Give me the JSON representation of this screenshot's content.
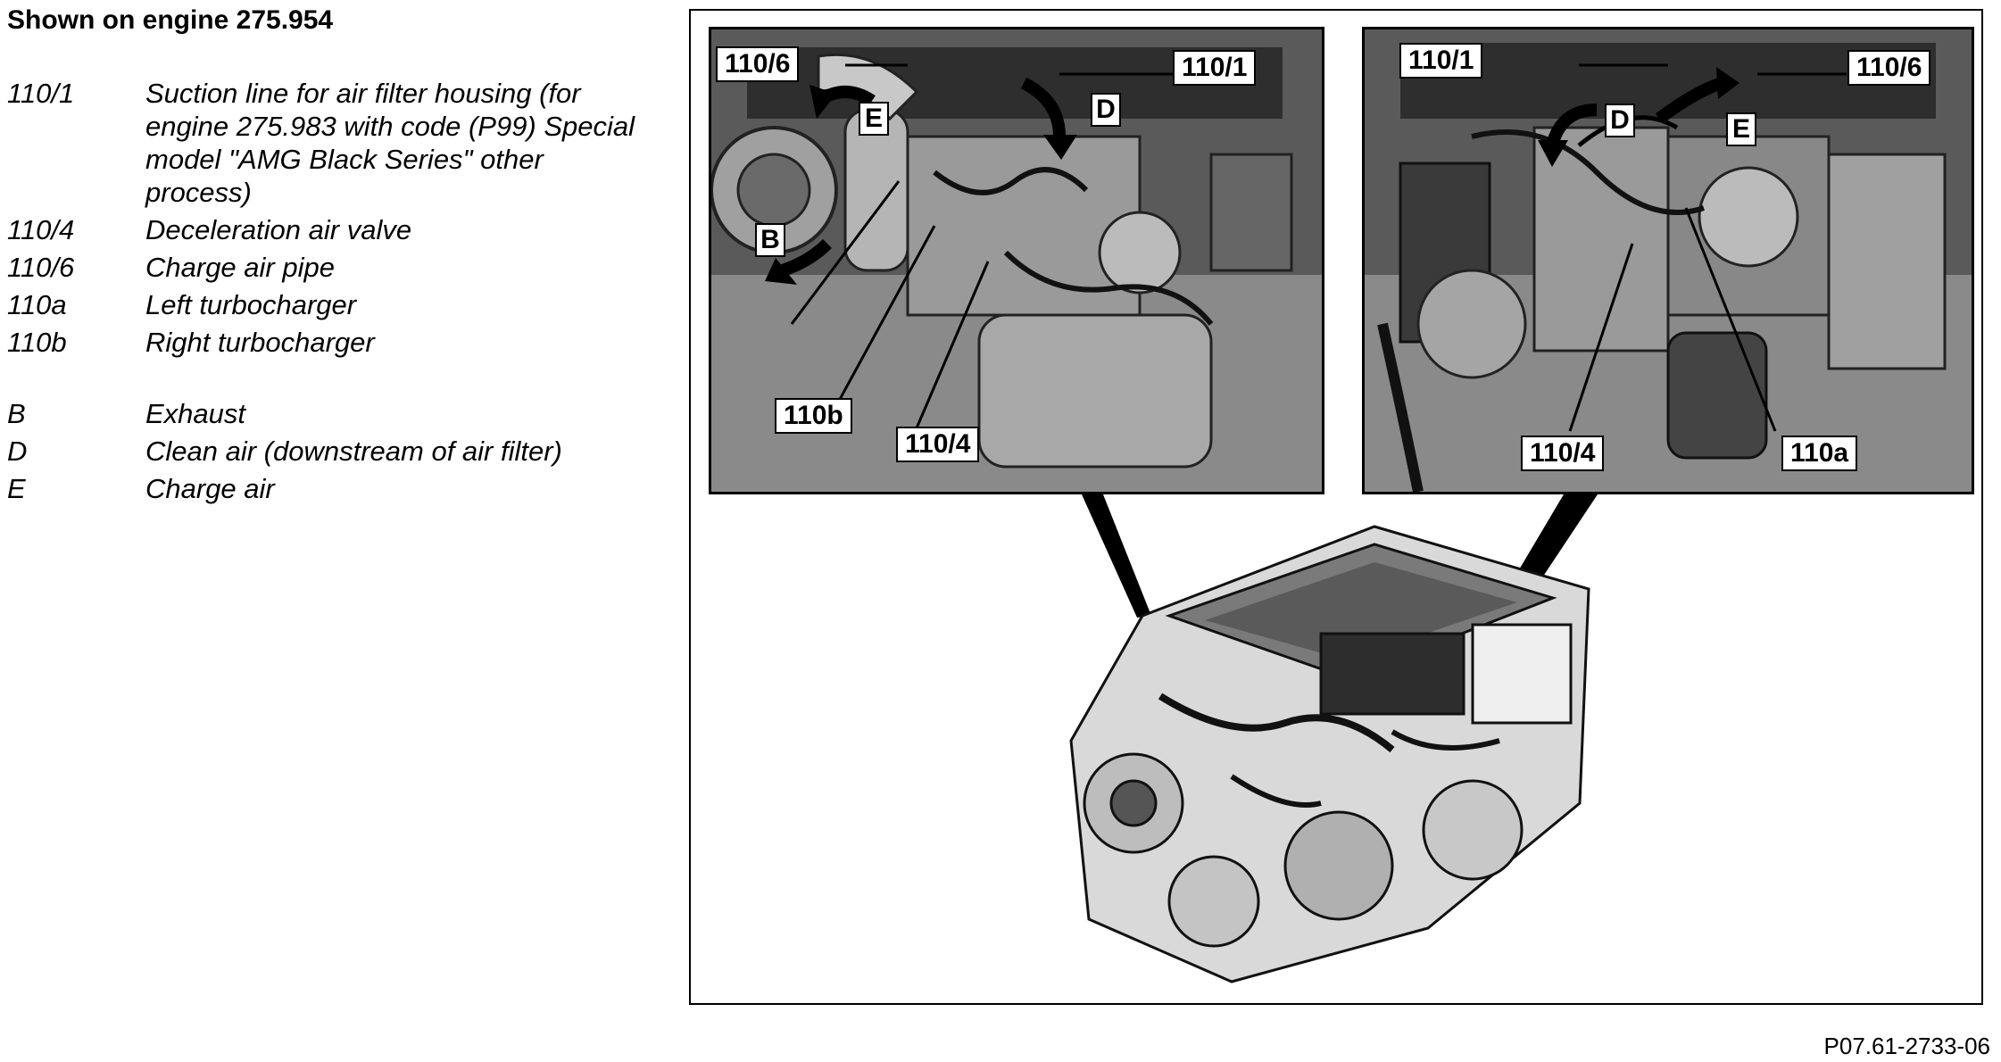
{
  "heading": "Shown on engine 275.954",
  "legend": [
    {
      "code": "110/1",
      "desc": "Suction line for air filter housing (for engine 275.983 with code (P99) Special model \"AMG Black Series\" other process)"
    },
    {
      "code": "110/4",
      "desc": "Deceleration air valve"
    },
    {
      "code": "110/6",
      "desc": "Charge air pipe"
    },
    {
      "code": "110a",
      "desc": "Left turbocharger"
    },
    {
      "code": "110b",
      "desc": "Right turbocharger"
    }
  ],
  "flow_legend": [
    {
      "code": "B",
      "desc": "Exhaust"
    },
    {
      "code": "D",
      "desc": "Clean air (downstream of air filter)"
    },
    {
      "code": "E",
      "desc": "Charge air"
    }
  ],
  "left_photo": {
    "callouts": {
      "c1106": "110/6",
      "c1101": "110/1",
      "c110b": "110b",
      "c1104": "110/4"
    },
    "letters": {
      "E": "E",
      "D": "D",
      "B": "B"
    }
  },
  "right_photo": {
    "callouts": {
      "c1101": "110/1",
      "c1106": "110/6",
      "c1104": "110/4",
      "c110a": "110a"
    },
    "letters": {
      "D": "D",
      "E": "E"
    }
  },
  "figure_id": "P07.61-2733-06"
}
